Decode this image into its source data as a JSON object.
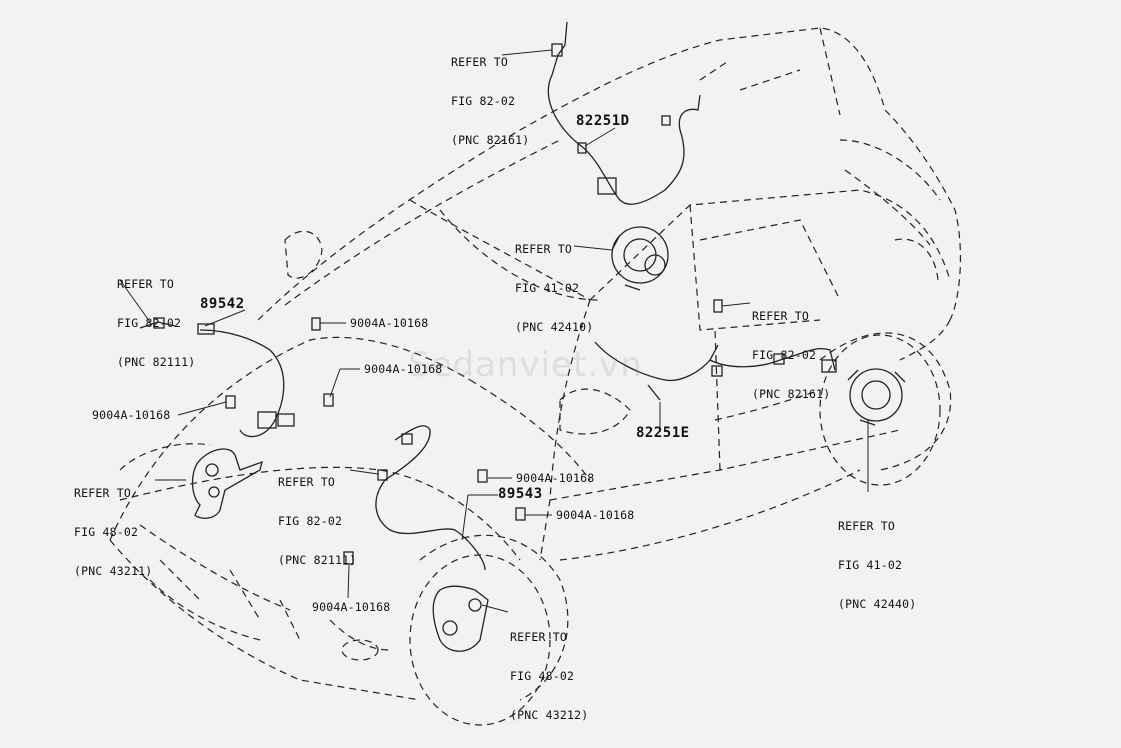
{
  "watermark": "Sedanviet.vn",
  "parts": {
    "p82251D": "82251D",
    "p89542": "89542",
    "p82251E": "82251E",
    "p89543": "89543"
  },
  "refs": {
    "top": {
      "line1": "REFER TO",
      "line2": "FIG 82-02",
      "line3": "(PNC 82161)"
    },
    "hub_rear_left": {
      "line1": "REFER TO",
      "line2": "FIG 41-02",
      "line3": "(PNC 42410)"
    },
    "left_sensor": {
      "line1": "REFER TO",
      "line2": "FIG 82-02",
      "line3": "(PNC 82111)"
    },
    "right_sensor": {
      "line1": "REFER TO",
      "line2": "FIG 82-02",
      "line3": "(PNC 82161)"
    },
    "knuckle_left": {
      "line1": "REFER TO",
      "line2": "FIG 48-02",
      "line3": "(PNC 43211)"
    },
    "center_sensor": {
      "line1": "REFER TO",
      "line2": "FIG 82-02",
      "line3": "(PNC 82111)"
    },
    "hub_rear_right": {
      "line1": "REFER TO",
      "line2": "FIG 41-02",
      "line3": "(PNC 42440)"
    },
    "knuckle_right": {
      "line1": "REFER TO",
      "line2": "FIG 48-02",
      "line3": "(PNC 43212)"
    }
  },
  "bolts": {
    "b1": "9004A-10168",
    "b2": "9004A-10168",
    "b3": "9004A-10168",
    "b4": "9004A-10168",
    "b5": "9004A-10168",
    "b6": "9004A-10168"
  }
}
